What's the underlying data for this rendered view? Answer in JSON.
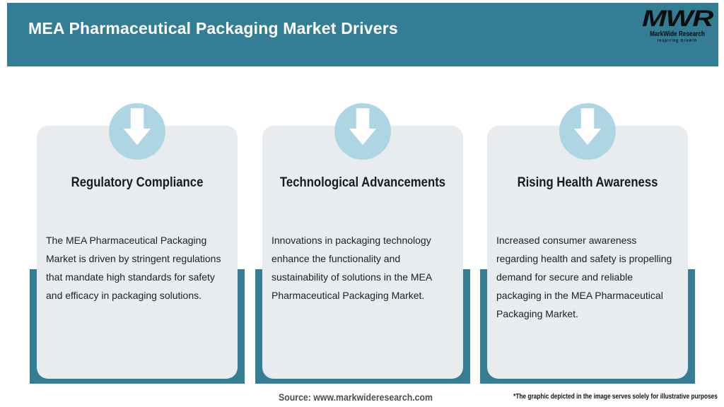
{
  "header": {
    "title": "MEA Pharmaceutical Packaging Market Drivers"
  },
  "logo": {
    "monogram": "MWR",
    "name": "MarkWide Research",
    "tagline": "Inspiring Growth"
  },
  "cards": [
    {
      "title": "Regulatory Compliance",
      "body": "The MEA Pharmaceutical Packaging\nMarket is driven by stringent regulations\nthat mandate high standards for safety\nand efficacy in packaging solutions."
    },
    {
      "title": "Technological Advancements",
      "body": "Innovations in packaging technology\nenhance the functionality and\nsustainability of solutions in the MEA\nPharmaceutical Packaging Market."
    },
    {
      "title": "Rising Health Awareness",
      "body": "Increased consumer awareness\nregarding health and safety is propelling\ndemand for secure and reliable\npackaging in the MEA Pharmaceutical\nPackaging Market."
    }
  ],
  "footer": {
    "source": "Source: www.markwideresearch.com",
    "disclaimer": "*The graphic depicted in the image serves solely for illustrative purposes"
  },
  "colors": {
    "teal": "#337e95",
    "circle_blue": "#add5e4",
    "card_gray": "#e8ecee"
  }
}
